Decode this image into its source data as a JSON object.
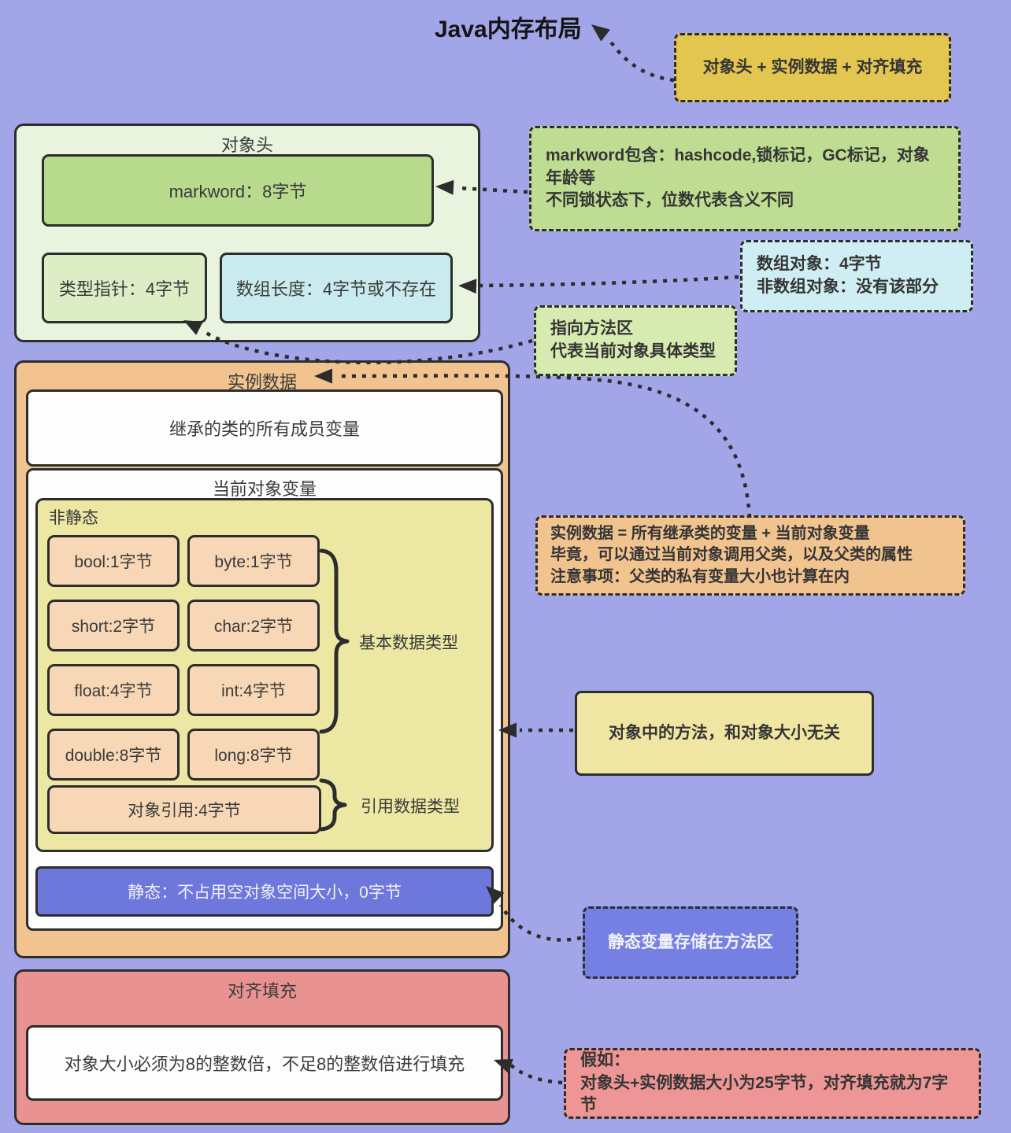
{
  "title": "Java内存布局",
  "object_header": {
    "title": "对象头",
    "markword": "markword：8字节",
    "type_pointer": "类型指针：4字节",
    "array_length": "数组长度：4字节或不存在"
  },
  "instance_data": {
    "title": "实例数据",
    "inherited": "继承的类的所有成员变量",
    "current_vars_title": "当前对象变量",
    "nonstatic_label": "非静态",
    "primitive_types": [
      "bool:1字节",
      "byte:1字节",
      "short:2字节",
      "char:2字节",
      "float:4字节",
      "int:4字节",
      "double:8字节",
      "long:8字节"
    ],
    "primitive_brace_label": "基本数据类型",
    "object_ref": "对象引用:4字节",
    "ref_brace_label": "引用数据类型",
    "static_row": "静态：不占用空对象空间大小，0字节"
  },
  "padding": {
    "title": "对齐填充",
    "rule": "对象大小必须为8的整数倍，不足8的整数倍进行填充"
  },
  "notes": {
    "formula": "对象头 + 实例数据 + 对齐填充",
    "markword_line1": "markword包含：hashcode,锁标记，GC标记，对象年龄等",
    "markword_line2": "不同锁状态下，位数代表含义不同",
    "array_line1": "数组对象：4字节",
    "array_line2": "非数组对象：没有该部分",
    "method_area_line1": "指向方法区",
    "method_area_line2": "代表当前对象具体类型",
    "instance_line1": "实例数据 = 所有继承类的变量 + 当前对象变量",
    "instance_line2": "毕竟，可以通过当前对象调用父类，以及父类的属性",
    "instance_line3": "注意事项：父类的私有变量大小也计算在内",
    "methods": "对象中的方法，和对象大小无关",
    "static_note": "静态变量存储在方法区",
    "padding_line1": "假如：",
    "padding_line2": "对象头+实例数据大小为25字节，对齐填充就为7字节"
  },
  "colors": {
    "background": "#a2a6e8",
    "border": "#2d2d2d",
    "header_panel": "#e9f4df",
    "markword_box": "#b7da8c",
    "type_pointer_box": "#ddeec7",
    "array_length_box": "#c9eaef",
    "instance_panel": "#f0c38f",
    "nonstatic_box": "#ece7a3",
    "type_chip": "#f7d7b5",
    "static_box": "#6e77dc",
    "padding_panel": "#e99292",
    "note_formula": "#e2c64f",
    "note_markword": "#bedd92",
    "note_array": "#cfeef3",
    "note_method_area": "#d7eab0",
    "note_methods": "#f0e6a3",
    "note_static": "#7680e2",
    "note_padding": "#ee9595"
  }
}
